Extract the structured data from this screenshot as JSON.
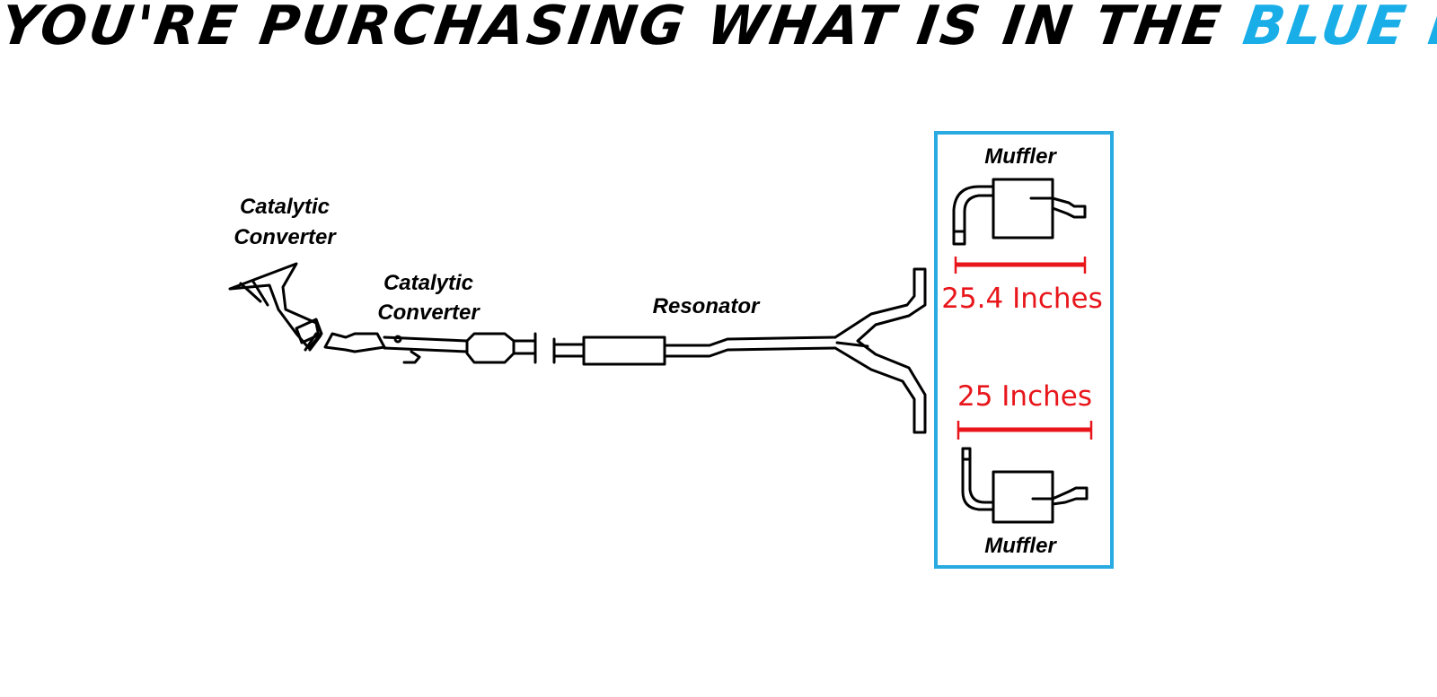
{
  "headline": {
    "prefix": "YOU'RE PURCHASING WHAT IS IN THE",
    "highlight": "BLUE BOX"
  },
  "colors": {
    "highlight": "#1aaee8",
    "box_border": "#29abe2",
    "dimension": "#e8161b"
  },
  "labels": {
    "cat1_line1": "Catalytic",
    "cat1_line2": "Converter",
    "cat2_line1": "Catalytic",
    "cat2_line2": "Converter",
    "resonator": "Resonator",
    "muffler_top": "Muffler",
    "muffler_bottom": "Muffler"
  },
  "dimensions": {
    "top": "25.4 Inches",
    "bottom": "25 Inches"
  }
}
